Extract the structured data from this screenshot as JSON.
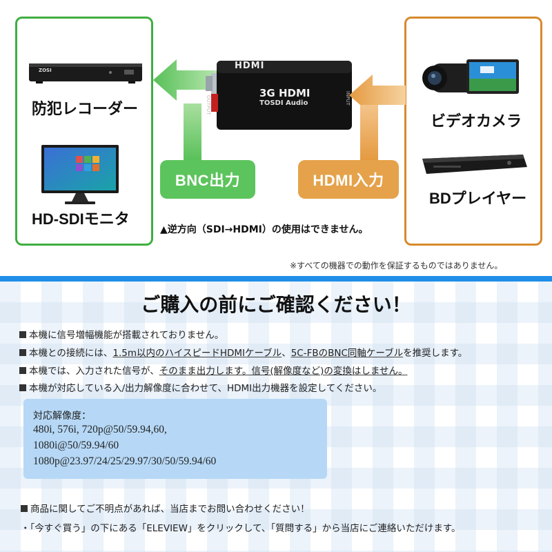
{
  "diagram": {
    "left_devices": [
      "防犯レコーダー",
      "HD-SDIモニタ"
    ],
    "right_devices": [
      "ビデオカメラ",
      "BDプレイヤー"
    ],
    "output_pill": "BNC出力",
    "input_pill": "HDMI入力",
    "reverse_note": "▲逆方向（SDI→HDMI）の使用はできません。",
    "warranty_note": "※すべての機器での動作を保証するものではありません。",
    "converter": {
      "logo": "HDMI",
      "model_line1": "3G HDMI",
      "model_line2": "TOSDI Audio",
      "output_port": "OUTPUT",
      "input_port": "INPUT"
    },
    "recorder_brand": "ZOSI",
    "colors": {
      "green": "#3fae3f",
      "orange": "#d68a2c",
      "blue": "#1f8ee8"
    }
  },
  "notice": {
    "headline": "ご購入の前にご確認ください！",
    "bullets": {
      "b1": "本機に信号増幅機能が搭載されておりません。",
      "b2_pre": "本機との接続には、",
      "b2_u1": "1.5m以内のハイスピードHDMIケーブル",
      "b2_mid": "、",
      "b2_u2": "5C-FBのBNC同軸ケーブル",
      "b2_post": "を推奨します。",
      "b3_pre": "本機では、入力された信号が、",
      "b3_u": "そのまま出力します。信号(解像度など)の変換はしません。",
      "b4": "本機が対応している入/出力解像度に合わせて、HDMI出力機器を設定してください。"
    },
    "resolutions": {
      "title": "対応解像度：",
      "line1": "480i, 576i, 720p@50/59.94,60,",
      "line2": "1080i@50/59.94/60",
      "line3": "1080p@23.97/24/25/29.97/30/50/59.94/60"
    },
    "contact1": "商品に関してご不明点があれば、当店までお問い合わせください！",
    "contact2": "・「今すぐ買う」の下にある「ELEVIEW」をクリックして、「質問する」から当店にご連絡いただけます。"
  }
}
